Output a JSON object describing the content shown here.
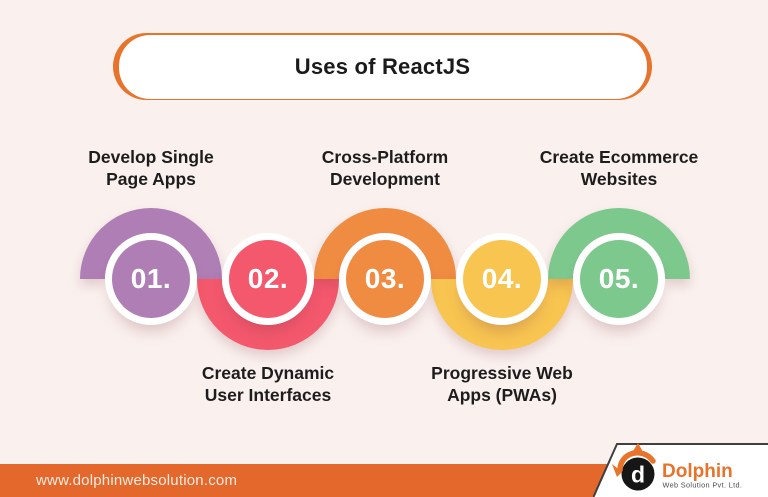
{
  "title": {
    "text": "Uses of ReactJS"
  },
  "steps": [
    {
      "number": "01.",
      "label": "Develop Single\nPage Apps",
      "color": "#ae7eb4",
      "label_position": "top"
    },
    {
      "number": "02.",
      "label": "Create Dynamic\nUser Interfaces",
      "color": "#f4586d",
      "label_position": "bottom"
    },
    {
      "number": "03.",
      "label": "Cross-Platform\nDevelopment",
      "color": "#f08b42",
      "label_position": "top"
    },
    {
      "number": "04.",
      "label": "Progressive Web\nApps (PWAs)",
      "color": "#f8c551",
      "label_position": "bottom"
    },
    {
      "number": "05.",
      "label": "Create Ecommerce\nWebsites",
      "color": "#7cc88d",
      "label_position": "top"
    }
  ],
  "footer": {
    "url": "www.dolphinwebsolution.com",
    "bar_color": "#e4672b"
  },
  "logo": {
    "brand": "Dolphin",
    "tagline": "Web Solution Pvt. Ltd.",
    "brand_color": "#e8732a",
    "monogram": "d"
  },
  "colors": {
    "background": "#faf1ee",
    "banner_border": "#e8732a",
    "label_text": "#1d1d1d"
  }
}
